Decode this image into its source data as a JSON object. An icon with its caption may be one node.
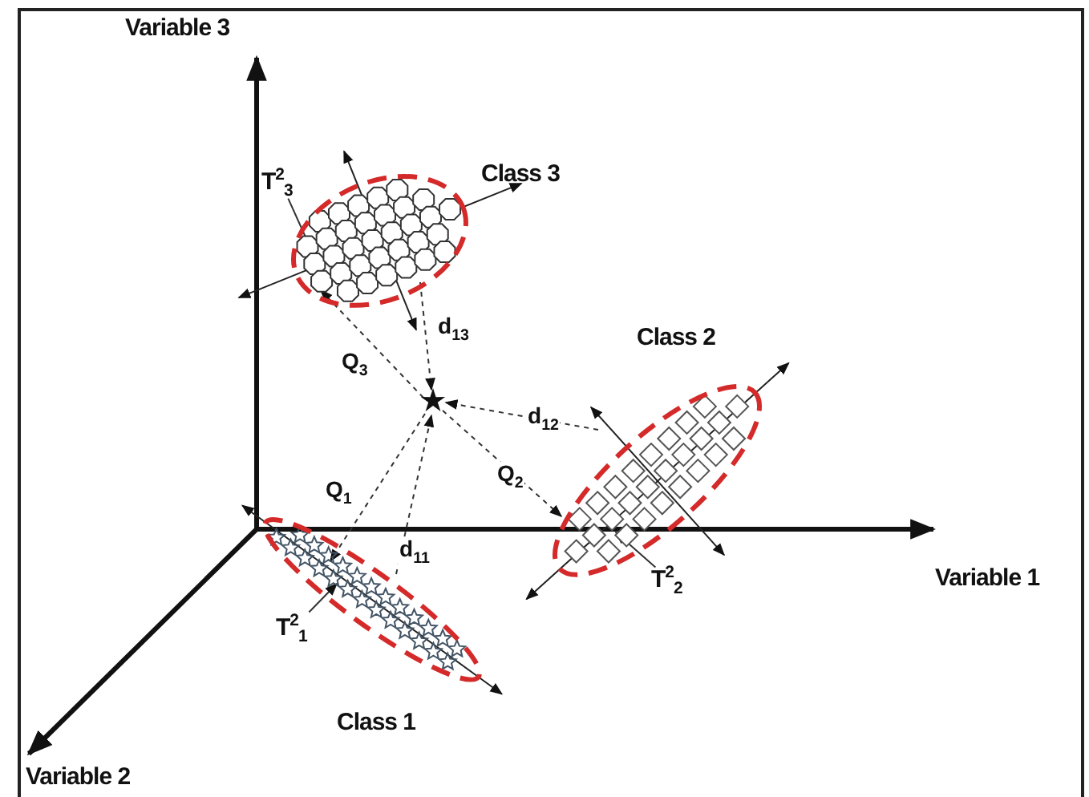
{
  "diagram": {
    "nodes": [
      {
        "text": [
          "Class 3"
        ]
      },
      {
        "text": [
          "T$^{2}$$_{3}$"
        ]
      },
      {
        "text": [],
        "shape": "star"
      },
      {
        "text": [
          "Class 2"
        ]
      },
      {
        "text": [
          "T$^{2}$$_{2}$"
        ]
      },
      {
        "text": [
          "Class 1"
        ]
      },
      {
        "text": [
          "T$^{2}$$_{1}$"
        ]
      }
    ],
    "edges": [
      {
        "from": 2,
        "to": 0,
        "arrow": "to",
        "label": "Q$_{3}$",
        "style": "dashed"
      },
      {
        "from": 0,
        "to": 2,
        "arrow": "to",
        "label": "d$_{13}$",
        "style": "dashed"
      },
      {
        "from": 3,
        "to": 2,
        "arrow": "to",
        "label": "d$_{12}$",
        "style": "dashed"
      },
      {
        "from": 2,
        "to": 3,
        "arrow": "to",
        "label": "Q$_{2}$",
        "style": "dashed"
      },
      {
        "from": 2,
        "to": 5,
        "arrow": "to",
        "label": "Q$_{1}$",
        "style": "dashed"
      },
      {
        "from": 5,
        "to": 2,
        "arrow": "to",
        "label": "d$_{11}$",
        "style": "dashed"
      },
      {
        "from": 1,
        "to": 0,
        "arrow": "to"
      },
      {
        "from": 4,
        "to": 3,
        "arrow": "to"
      },
      {
        "from": 6,
        "to": 5,
        "arrow": "to"
      }
    ],
    "labels": [
      "Variable 3",
      "Variable 1",
      "Variable 2"
    ]
  }
}
